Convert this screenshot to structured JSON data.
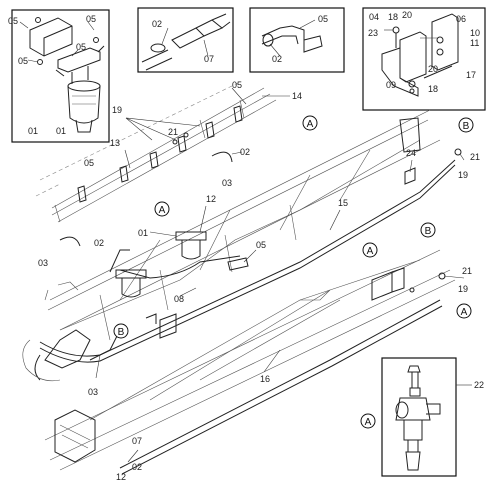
{
  "callouts": {
    "c01": "01",
    "c02": "02",
    "c03": "03",
    "c04": "04",
    "c05": "05",
    "c06": "06",
    "c07": "07",
    "c08": "08",
    "c09": "09",
    "c10": "10",
    "c11": "11",
    "c12": "12",
    "c13": "13",
    "c14": "14",
    "c15": "15",
    "c16": "16",
    "c17": "17",
    "c18": "18",
    "c19": "19",
    "c20": "20",
    "c21": "21",
    "c22": "22",
    "c23": "23",
    "c24": "24"
  },
  "refs": {
    "a": "A",
    "b": "B"
  }
}
